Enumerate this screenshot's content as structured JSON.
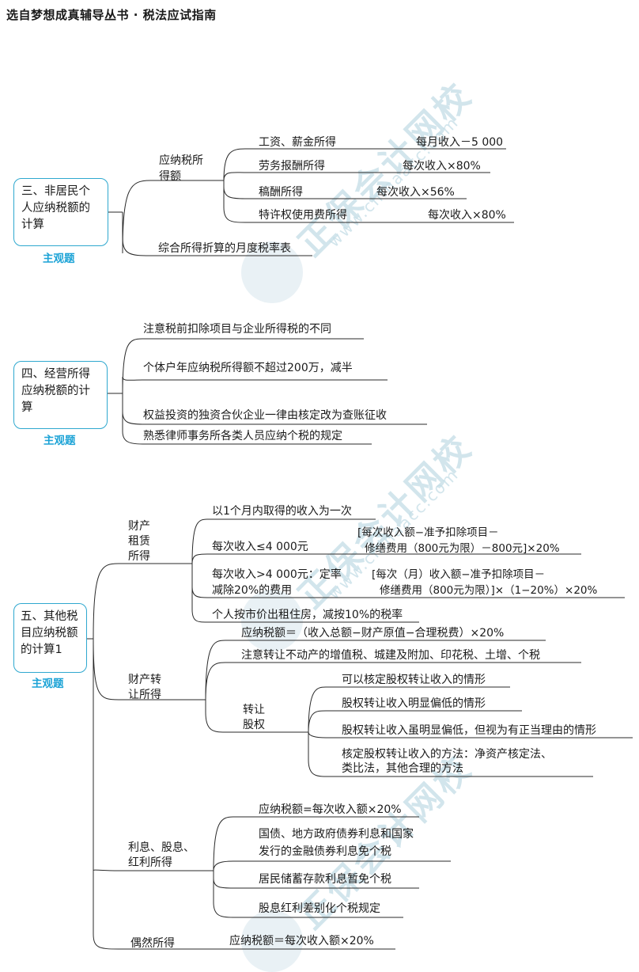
{
  "header": {
    "title": "选自梦想成真辅导丛书 · 税法应试指南"
  },
  "watermark": {
    "text": "正保会计网校",
    "url": "www.chinaacc.com"
  },
  "section3": {
    "box": "三、非居民个人应纳税额的计算",
    "tag": "主观题",
    "branch1": "应纳税所得额",
    "items": [
      {
        "label": "工资、薪金所得",
        "value": "每月收入－5 000"
      },
      {
        "label": "劳务报酬所得",
        "value": "每次收入×80%"
      },
      {
        "label": "稿酬所得",
        "value": "每次收入×56%"
      },
      {
        "label": "特许权使用费所得",
        "value": "每次收入×80%"
      }
    ],
    "branch2": "综合所得折算的月度税率表"
  },
  "section4": {
    "box": "四、经营所得应纳税额的计算",
    "tag": "主观题",
    "items": [
      "注意税前扣除项目与企业所得税的不同",
      "个体户年应纳税所得额不超过200万，减半",
      "权益投资的独资合伙企业一律由核定改为查账征收",
      "熟悉律师事务所各类人员应纳个税的规定"
    ]
  },
  "section5": {
    "box": "五、其他税目应纳税额的计算1",
    "tag": "主观题",
    "lease": {
      "label": "财产租赁所得",
      "item1": "以1个月内取得的收入为一次",
      "item2": "每次收入≤4 000元",
      "formula2a": "[每次收入额−准予扣除项目－",
      "formula2b": "修缮费用（800元为限）－800元]×20%",
      "item3a": "每次收入>4 000元：定率",
      "item3b": "减除20%的费用",
      "formula3a": "[每次（月）收入额−准予扣除项目－",
      "formula3b": "修缮费用（800元为限）]×（1−20%）×20%",
      "item4": "个人按市价出租住房，减按10%的税率"
    },
    "transfer": {
      "label": "财产转让所得",
      "item1": "应纳税额＝（收入总额−财产原值−合理税费）×20%",
      "item2": "注意转让不动产的增值税、城建及附加、印花税、土增、个税",
      "equity": {
        "label": "转让股权",
        "items": [
          "可以核定股权转让收入的情形",
          "股权转让收入明显偏低的情形",
          "股权转让收入虽明显偏低，但视为有正当理由的情形"
        ],
        "item4a": "核定股权转让收入的方法：净资产核定法、",
        "item4b": "类比法，其他合理的方法"
      }
    },
    "interest": {
      "label": "利息、股息、红利所得",
      "item1": "应纳税额=每次收入额×20%",
      "item2a": "国债、地方政府债券利息和国家",
      "item2b": "发行的金融债券利息免个税",
      "item3": "居民储蓄存款利息暂免个税",
      "item4": "股息红利差别化个税规定"
    },
    "occasional": {
      "label": "偶然所得",
      "item1": "应纳税额＝每次收入额×20%"
    }
  }
}
